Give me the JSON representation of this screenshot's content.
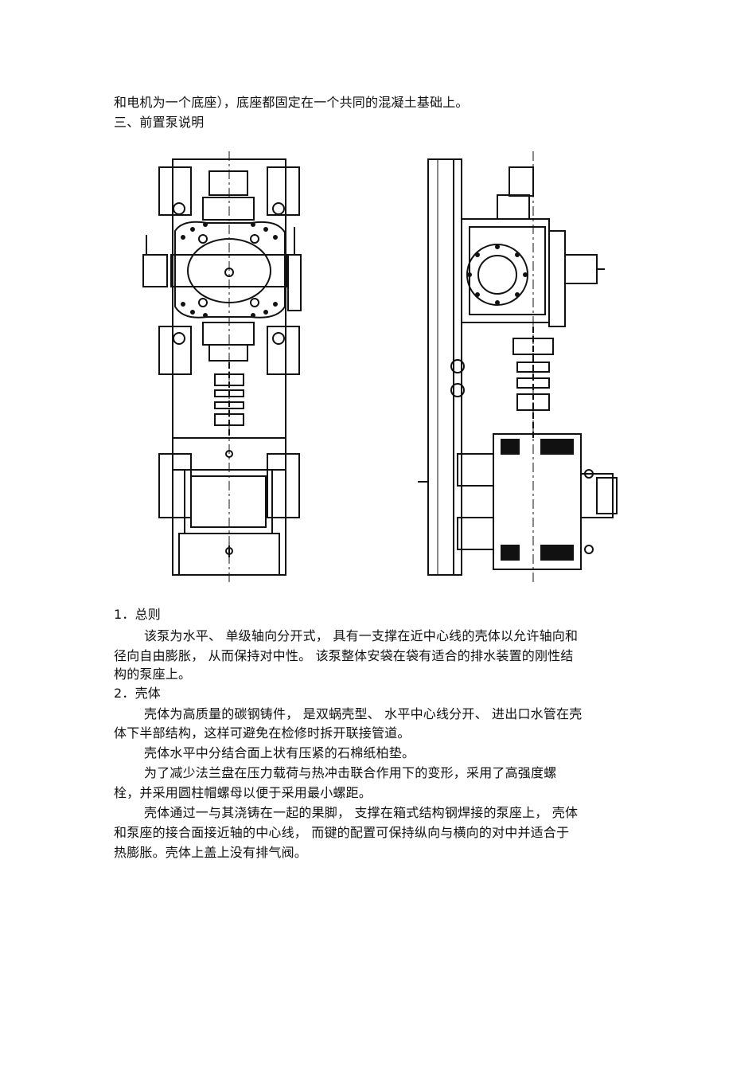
{
  "intro": {
    "line1": "和电机为一个底座），底座都固定在一个共同的混凝土基础上。",
    "section_heading": "三、前置泵说明"
  },
  "sections": [
    {
      "heading": "1．总则",
      "lines": [
        "该泵为水平、 单级轴向分开式， 具有一支撑在近中心线的壳体以允许轴向和",
        "径向自由膨胀， 从而保持对中性。 该泵整体安袋在袋有适合的排水装置的刚性结",
        "构的泵座上。"
      ]
    },
    {
      "heading": "2．壳体",
      "lines": [
        "壳体为高质量的碳钢铸件， 是双蜗壳型、 水平中心线分开、 进出口水管在壳",
        "体下半部结构，这样可避免在检修时拆开联接管道。",
        "壳体水平中分结合面上状有压紧的石棉纸柏垫。",
        "为了减少法兰盘在压力载荷与热冲击联合作用下的变形，采用了高强度螺",
        "栓，并采用圆柱帽螺母以便于采用最小螺距。",
        "壳体通过一与其浇铸在一起的果脚， 支撑在箱式结构钢焊接的泵座上， 壳体",
        "和泵座的接合面接近轴的中心线， 而键的配置可保持纵向与横向的对中并适合于",
        "热膨胀。壳体上盖上没有排气阀。"
      ]
    }
  ]
}
